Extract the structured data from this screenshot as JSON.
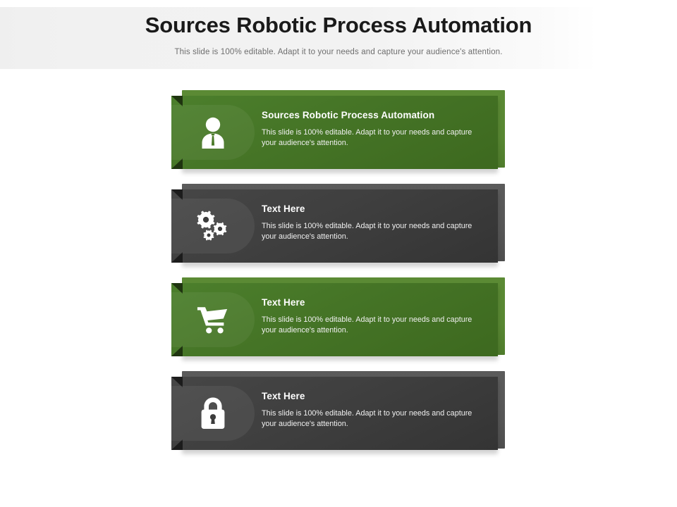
{
  "header": {
    "title": "Sources Robotic Process Automation",
    "subtitle": "This slide is 100% editable. Adapt it to your needs and capture your audience's attention."
  },
  "colors": {
    "green_panel": "#457426",
    "green_back": "#588732",
    "dark_panel": "#3f3f3f",
    "dark_back": "#565656",
    "fold_green": "#1f3410",
    "fold_dark": "#1c1c1c",
    "header_bg": "#f1f1f1",
    "title_text": "#1a1a1a",
    "subtitle_text": "#6e6e6e",
    "card_text": "#ffffff"
  },
  "cards": [
    {
      "theme": "green",
      "icon": "businessman-icon",
      "title": "Sources Robotic Process Automation",
      "description": "This slide is 100% editable. Adapt it to your needs and capture your audience's attention."
    },
    {
      "theme": "dark",
      "icon": "gears-icon",
      "title": "Text Here",
      "description": "This slide is 100% editable. Adapt it to your needs and capture your audience's attention."
    },
    {
      "theme": "green",
      "icon": "shopping-cart-icon",
      "title": "Text Here",
      "description": "This slide is 100% editable. Adapt it to your needs and capture your audience's attention."
    },
    {
      "theme": "dark",
      "icon": "padlock-icon",
      "title": "Text Here",
      "description": "This slide is 100% editable. Adapt it to your needs and capture your audience's attention."
    }
  ]
}
